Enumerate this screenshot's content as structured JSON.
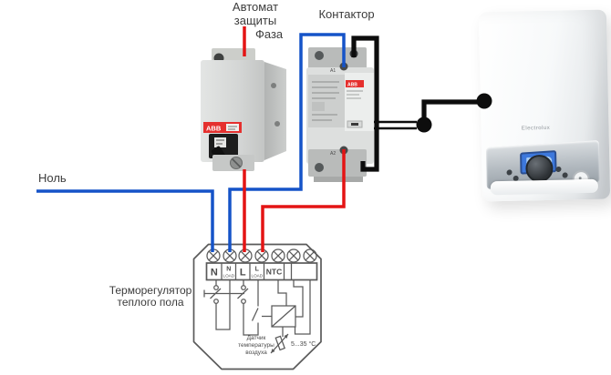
{
  "colors": {
    "wire_neutral": "#1553c8",
    "wire_phase": "#e41414",
    "wire_load": "#0d0d0d",
    "diagram_line": "#5a5a5a",
    "abb_red": "#e5302e",
    "lcd_blue": "#3d78dc"
  },
  "labels": {
    "breaker": "Автомат защиты",
    "phase": "Фаза",
    "contactor": "Контактор",
    "neutral": "Ноль",
    "thermostat": "Терморегулятор теплого пола"
  },
  "devices": {
    "breaker_brand": "ABB",
    "contactor_brand": "ABB",
    "contactor_terminal_top": "A1",
    "contactor_terminal_bottom": "A2",
    "boiler_brand": "Electrolux"
  },
  "thermostat": {
    "terminals": [
      {
        "main": "N",
        "sub": ""
      },
      {
        "main": "N",
        "sub": "LOAD"
      },
      {
        "main": "L",
        "sub": ""
      },
      {
        "main": "L",
        "sub": "LOAD"
      },
      {
        "main": "NTC",
        "sub": ""
      },
      {
        "main": "",
        "sub": ""
      },
      {
        "main": "",
        "sub": ""
      }
    ],
    "sensor_label_lines": [
      "Датчик",
      "температуры",
      "воздуха"
    ],
    "sensor_range": "5...35 °C"
  }
}
